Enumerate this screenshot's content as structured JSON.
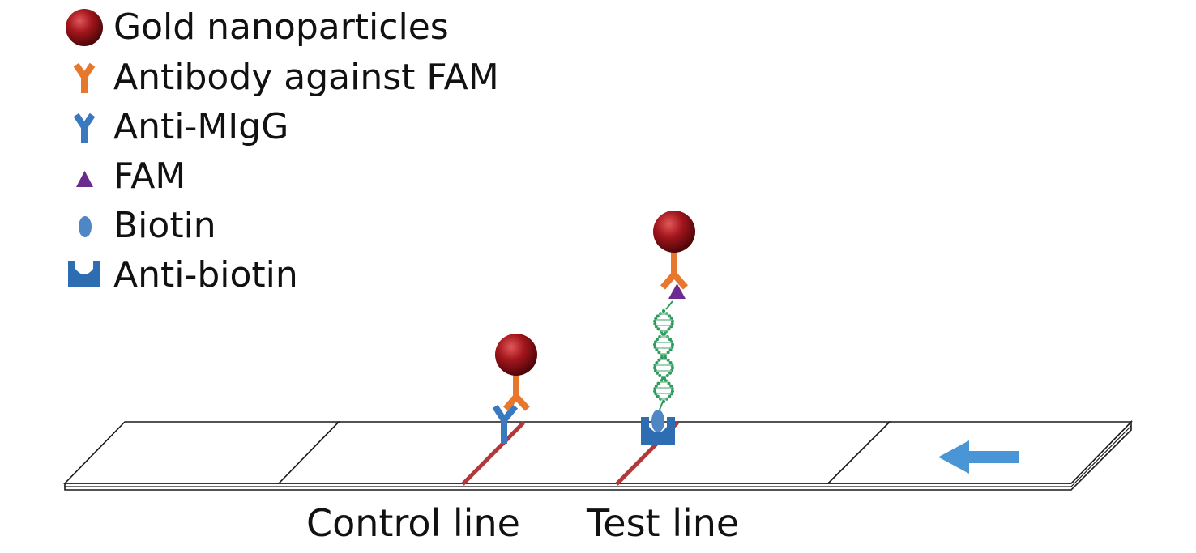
{
  "legend": {
    "items": [
      {
        "key": "gold",
        "label": "Gold nanoparticles",
        "icon": "gold-nanoparticle-icon"
      },
      {
        "key": "antifam",
        "label": "Antibody against FAM",
        "icon": "antibody-fam-icon"
      },
      {
        "key": "antimigg",
        "label": "Anti-MIgG",
        "icon": "anti-migg-icon"
      },
      {
        "key": "fam",
        "label": "FAM",
        "icon": "fam-triangle-icon"
      },
      {
        "key": "biotin",
        "label": "Biotin",
        "icon": "biotin-icon"
      },
      {
        "key": "antibiotin",
        "label": "Anti-biotin",
        "icon": "anti-biotin-icon"
      }
    ]
  },
  "strip": {
    "control_label": "Control line",
    "test_label": "Test line",
    "flow_direction": "right-to-left"
  },
  "colors": {
    "gold": "#9b1418",
    "antibody_fam": "#e8772e",
    "anti_migg": "#3a78bf",
    "fam": "#6a2a8f",
    "biotin": "#4f86c6",
    "anti_biotin": "#2f6db3",
    "line": "#b2383a",
    "dna": "#2e9a5e",
    "arrow": "#4a95d6"
  }
}
